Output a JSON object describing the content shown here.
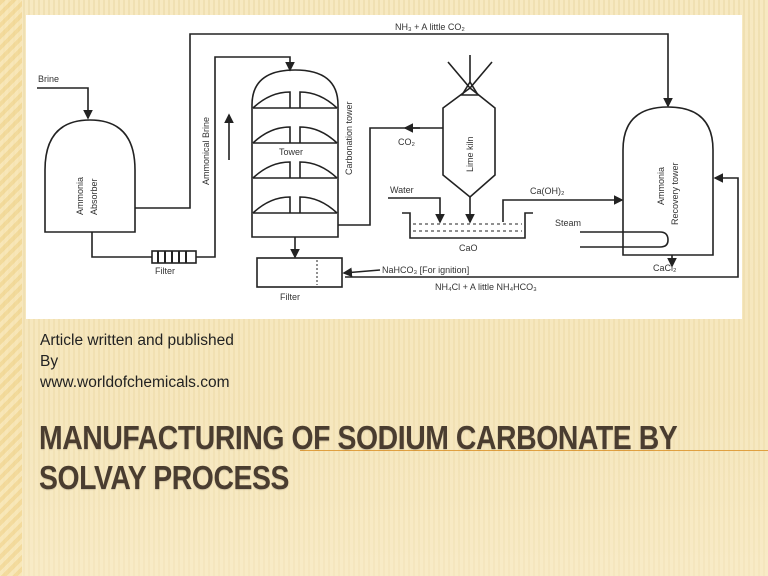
{
  "diagram": {
    "labels": {
      "brine": "Brine",
      "ammonia_absorber_1": "Ammonia",
      "ammonia_absorber_2": "Absorber",
      "ammonical_brine": "Ammonical Brine",
      "tower": "Tower",
      "carbonation_tower": "Carbonation tower",
      "filter_1": "Filter",
      "filter_2": "Filter",
      "nh3_co2": "NH₃ + A little CO₂",
      "co2": "CO₂",
      "lime_kiln": "Lime kiln",
      "water": "Water",
      "caoh2": "Ca(OH)₂",
      "cao": "CaO",
      "steam": "Steam",
      "ammonia_recovery_1": "Ammonia",
      "ammonia_recovery_2": "Recovery tower",
      "cacl2": "CaCl₂",
      "nahco3": "NaHCO₃ [For ignition]",
      "nh4cl": "NH₄Cl + A little NH₄HCO₃"
    }
  },
  "byline": {
    "line1": "Article written and published",
    "line2": "By",
    "line3": "www.worldofchemicals.com"
  },
  "title": {
    "line1": "MANUFACTURING OF SODIUM CARBONATE BY",
    "line2": "SOLVAY PROCESS"
  },
  "colors": {
    "title": "#4a3d30",
    "accent_rule": "#e0a040",
    "background": "#f3e3b5"
  }
}
